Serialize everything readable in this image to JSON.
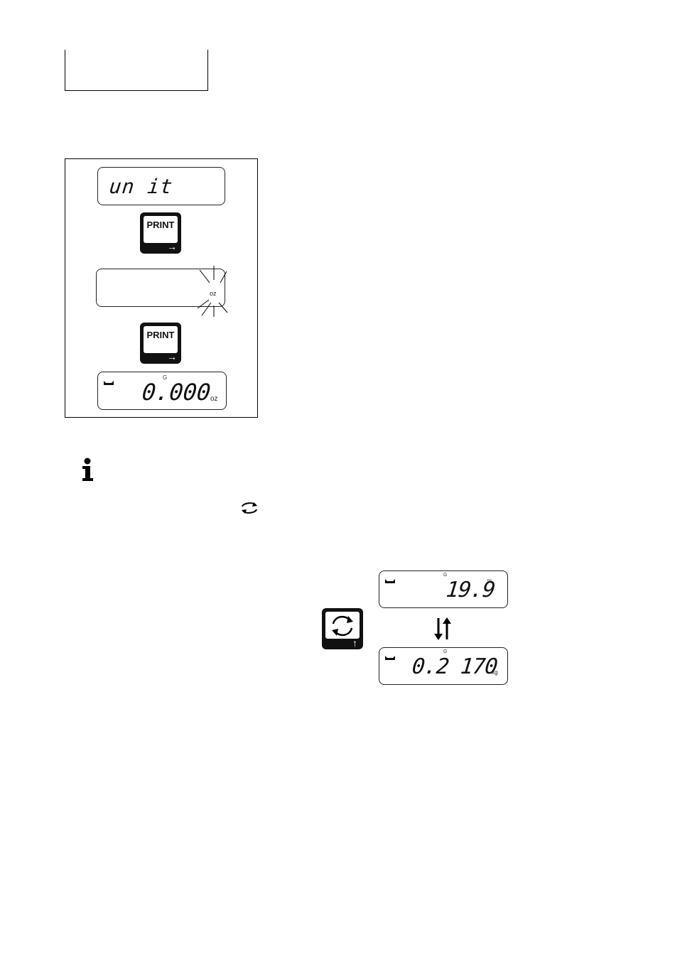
{
  "panel1": {
    "display1": {
      "text": "un it"
    },
    "key1": {
      "label": "PRINT"
    },
    "display2": {
      "unit": "oz"
    },
    "key2": {
      "label": "PRINT"
    },
    "display3": {
      "indicator": "G",
      "value": "0.000",
      "unit": "oz"
    }
  },
  "panel2": {
    "display_top": {
      "indicator": "G",
      "value": "19.9",
      "unit": "%"
    },
    "display_bottom": {
      "indicator": "G",
      "value": "0.2 170",
      "unit": "kg"
    }
  },
  "icons": [
    "info-icon",
    "toggle-icon",
    "print-key-icon",
    "arrow-right-icon",
    "toggle-key-icon",
    "up-down-arrows-icon"
  ]
}
